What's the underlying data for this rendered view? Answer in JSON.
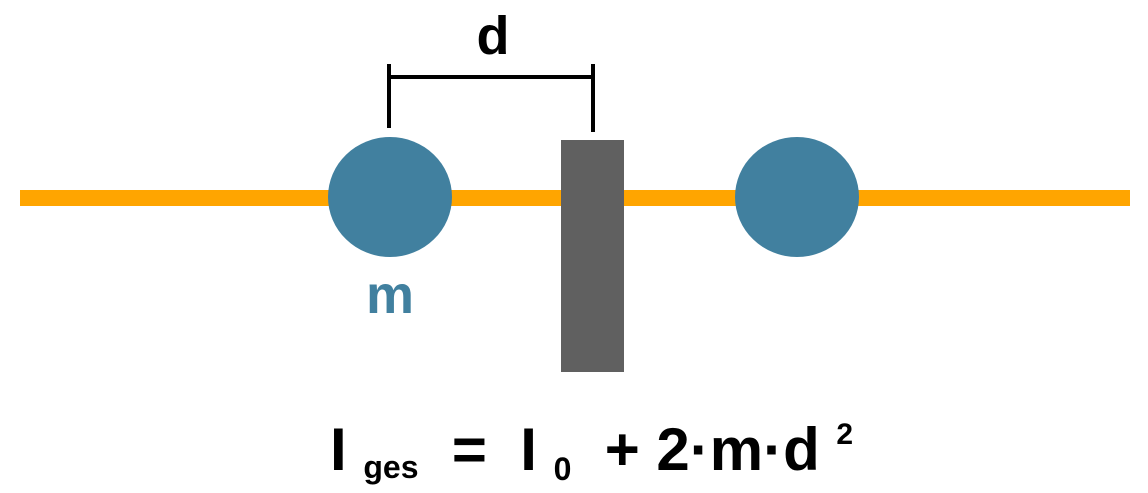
{
  "diagram": {
    "distance_label": "d",
    "mass_label": "m",
    "formula": {
      "lhs_main": "I",
      "lhs_sub": "ges",
      "equals": " = ",
      "term1_main": "I",
      "term1_sub": "0",
      "rest": " + 2·m·d",
      "exponent": "2"
    }
  },
  "colors": {
    "rod": "#FFA500",
    "mass": "#41809F",
    "axis": "#606060",
    "text": "#000000",
    "mass_label": "#41809F"
  }
}
